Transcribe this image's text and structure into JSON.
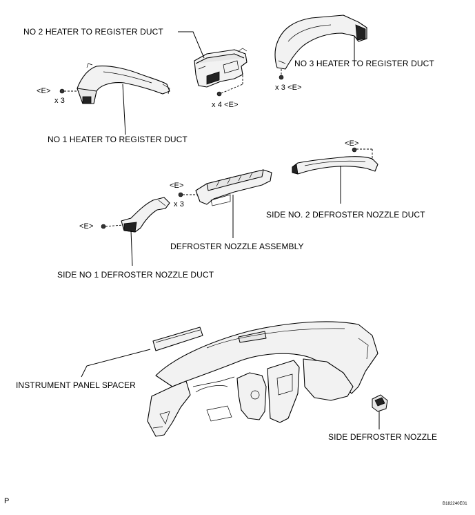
{
  "labels": {
    "no2_duct": "NO  2 HEATER TO REGISTER DUCT",
    "no3_duct": "NO  3 HEATER TO REGISTER DUCT",
    "no1_duct": "NO  1 HEATER TO REGISTER DUCT",
    "side_no2_defroster_duct": "SIDE NO. 2 DEFROSTER NOZZLE DUCT",
    "defroster_nozzle_assembly": "DEFROSTER NOZZLE ASSEMBLY",
    "side_no1_defroster_duct": "SIDE NO  1 DEFROSTER NOZZLE DUCT",
    "instrument_panel_spacer": "INSTRUMENT PANEL SPACER",
    "side_defroster_nozzle": "SIDE DEFROSTER NOZZLE"
  },
  "fastener_callouts": {
    "e_mark": "<E>",
    "no1_count": "x 3",
    "no2_count": "x 4 <E>",
    "no3_count": "x 3 <E>",
    "nozzle_assy_count": "x 3"
  },
  "footer": {
    "left_mark": "P",
    "figure_id": "B182240E01"
  },
  "icons": [
    "bolt-icon",
    "duct-illustration",
    "instrument-panel-illustration"
  ]
}
